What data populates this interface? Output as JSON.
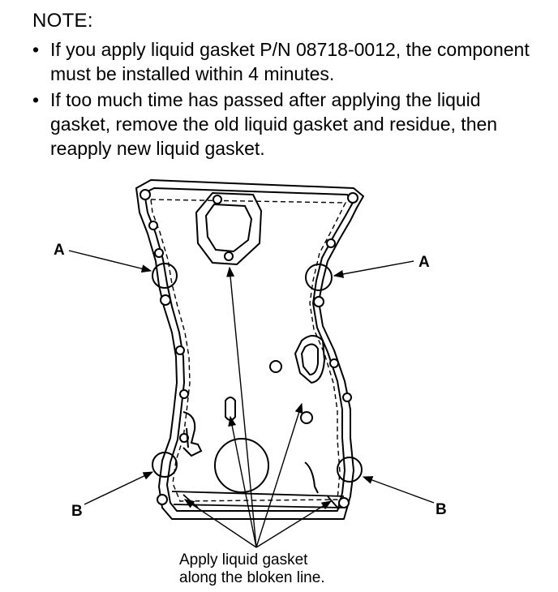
{
  "note": {
    "heading": "NOTE:",
    "bullets": [
      {
        "marker": "•",
        "text": "If you apply liquid gasket P/N 08718-0012, the component must be installed within 4 minutes."
      },
      {
        "marker": "•",
        "text": "If too much time has passed after applying the liquid gasket, remove the old liquid gasket and residue, then reapply new liquid gasket."
      }
    ]
  },
  "figure": {
    "callouts": {
      "a_left": "A",
      "a_right": "A",
      "b_left": "B",
      "b_right": "B"
    },
    "caption_line_1": "Apply liquid gasket",
    "caption_line_2": "along the bloken line."
  }
}
